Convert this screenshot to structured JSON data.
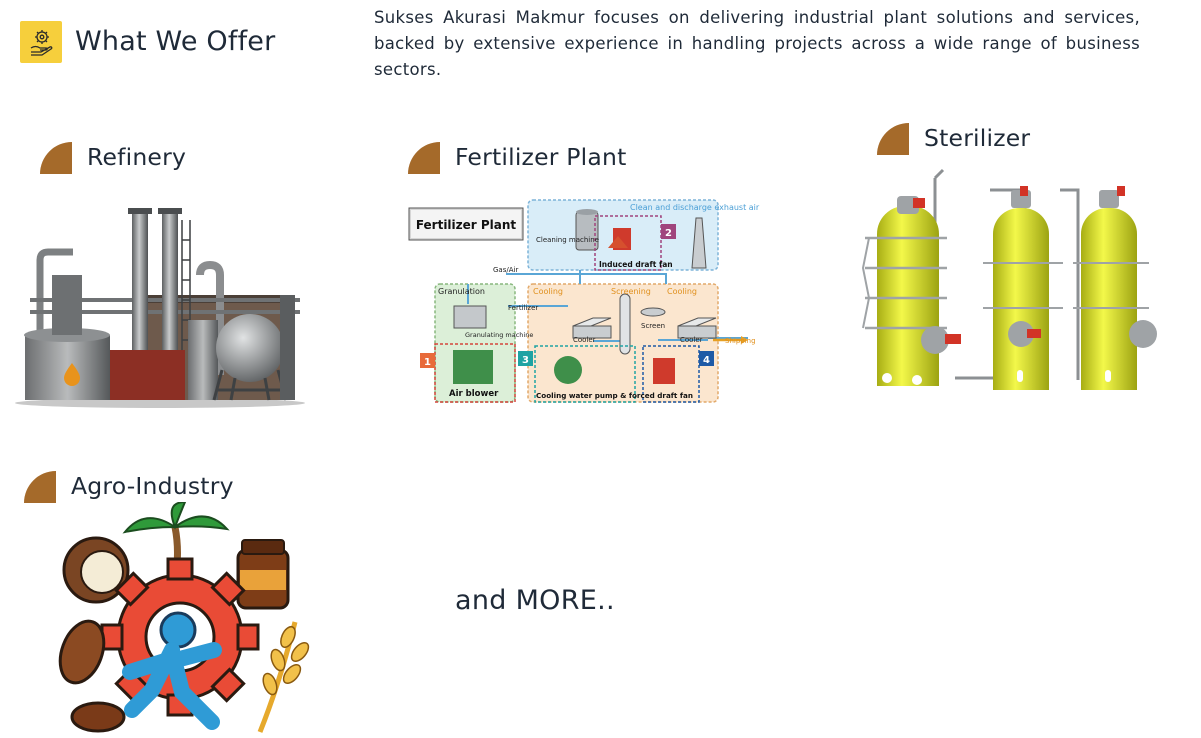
{
  "header": {
    "title": "What We Offer",
    "icon": "hand-gear-icon",
    "intro": "Sukses Akurasi Makmur focuses on delivering industrial plant solutions and services, backed by extensive experience in handling projects across a wide range of business sectors."
  },
  "sections": [
    {
      "title": "Refinery",
      "icon": "quarter-circle-icon",
      "image": "refinery-illustration"
    },
    {
      "title": "Fertilizer Plant",
      "icon": "quarter-circle-icon",
      "image": "fertilizer-plant-diagram"
    },
    {
      "title": "Sterilizer",
      "icon": "quarter-circle-icon",
      "image": "sterilizer-vessels-illustration"
    },
    {
      "title": "Agro-Industry",
      "icon": "quarter-circle-icon",
      "image": "agro-industry-illustration"
    }
  ],
  "more_text": "and MORE..",
  "fertilizer_diagram": {
    "badge": "Fertilizer Plant",
    "labels": {
      "clean_exhaust": "Clean and discharge exhaust air",
      "cleaning_machine": "Cleaning machine",
      "induced_fan": "Induced draft fan",
      "gas_air": "Gas/Air",
      "granulation": "Granulation",
      "fertilizer": "Fertilizer",
      "granulating_machine": "Granulating machine",
      "cooling_1": "Cooling",
      "screening": "Screening",
      "cooling_2": "Cooling",
      "cooler_1": "Cooler",
      "screen": "Screen",
      "cooler_2": "Cooler",
      "shipping": "Shipping",
      "air_blower": "Air blower",
      "cooling_pump": "Cooling water pump & forced draft fan"
    },
    "steps": [
      "1",
      "2",
      "3",
      "4"
    ]
  },
  "colors": {
    "accent_brown": "#a56a2a",
    "header_icon_bg": "#f6cf3c",
    "text": "#1f2a38",
    "vessel_yellow": "#e7ef2a"
  }
}
